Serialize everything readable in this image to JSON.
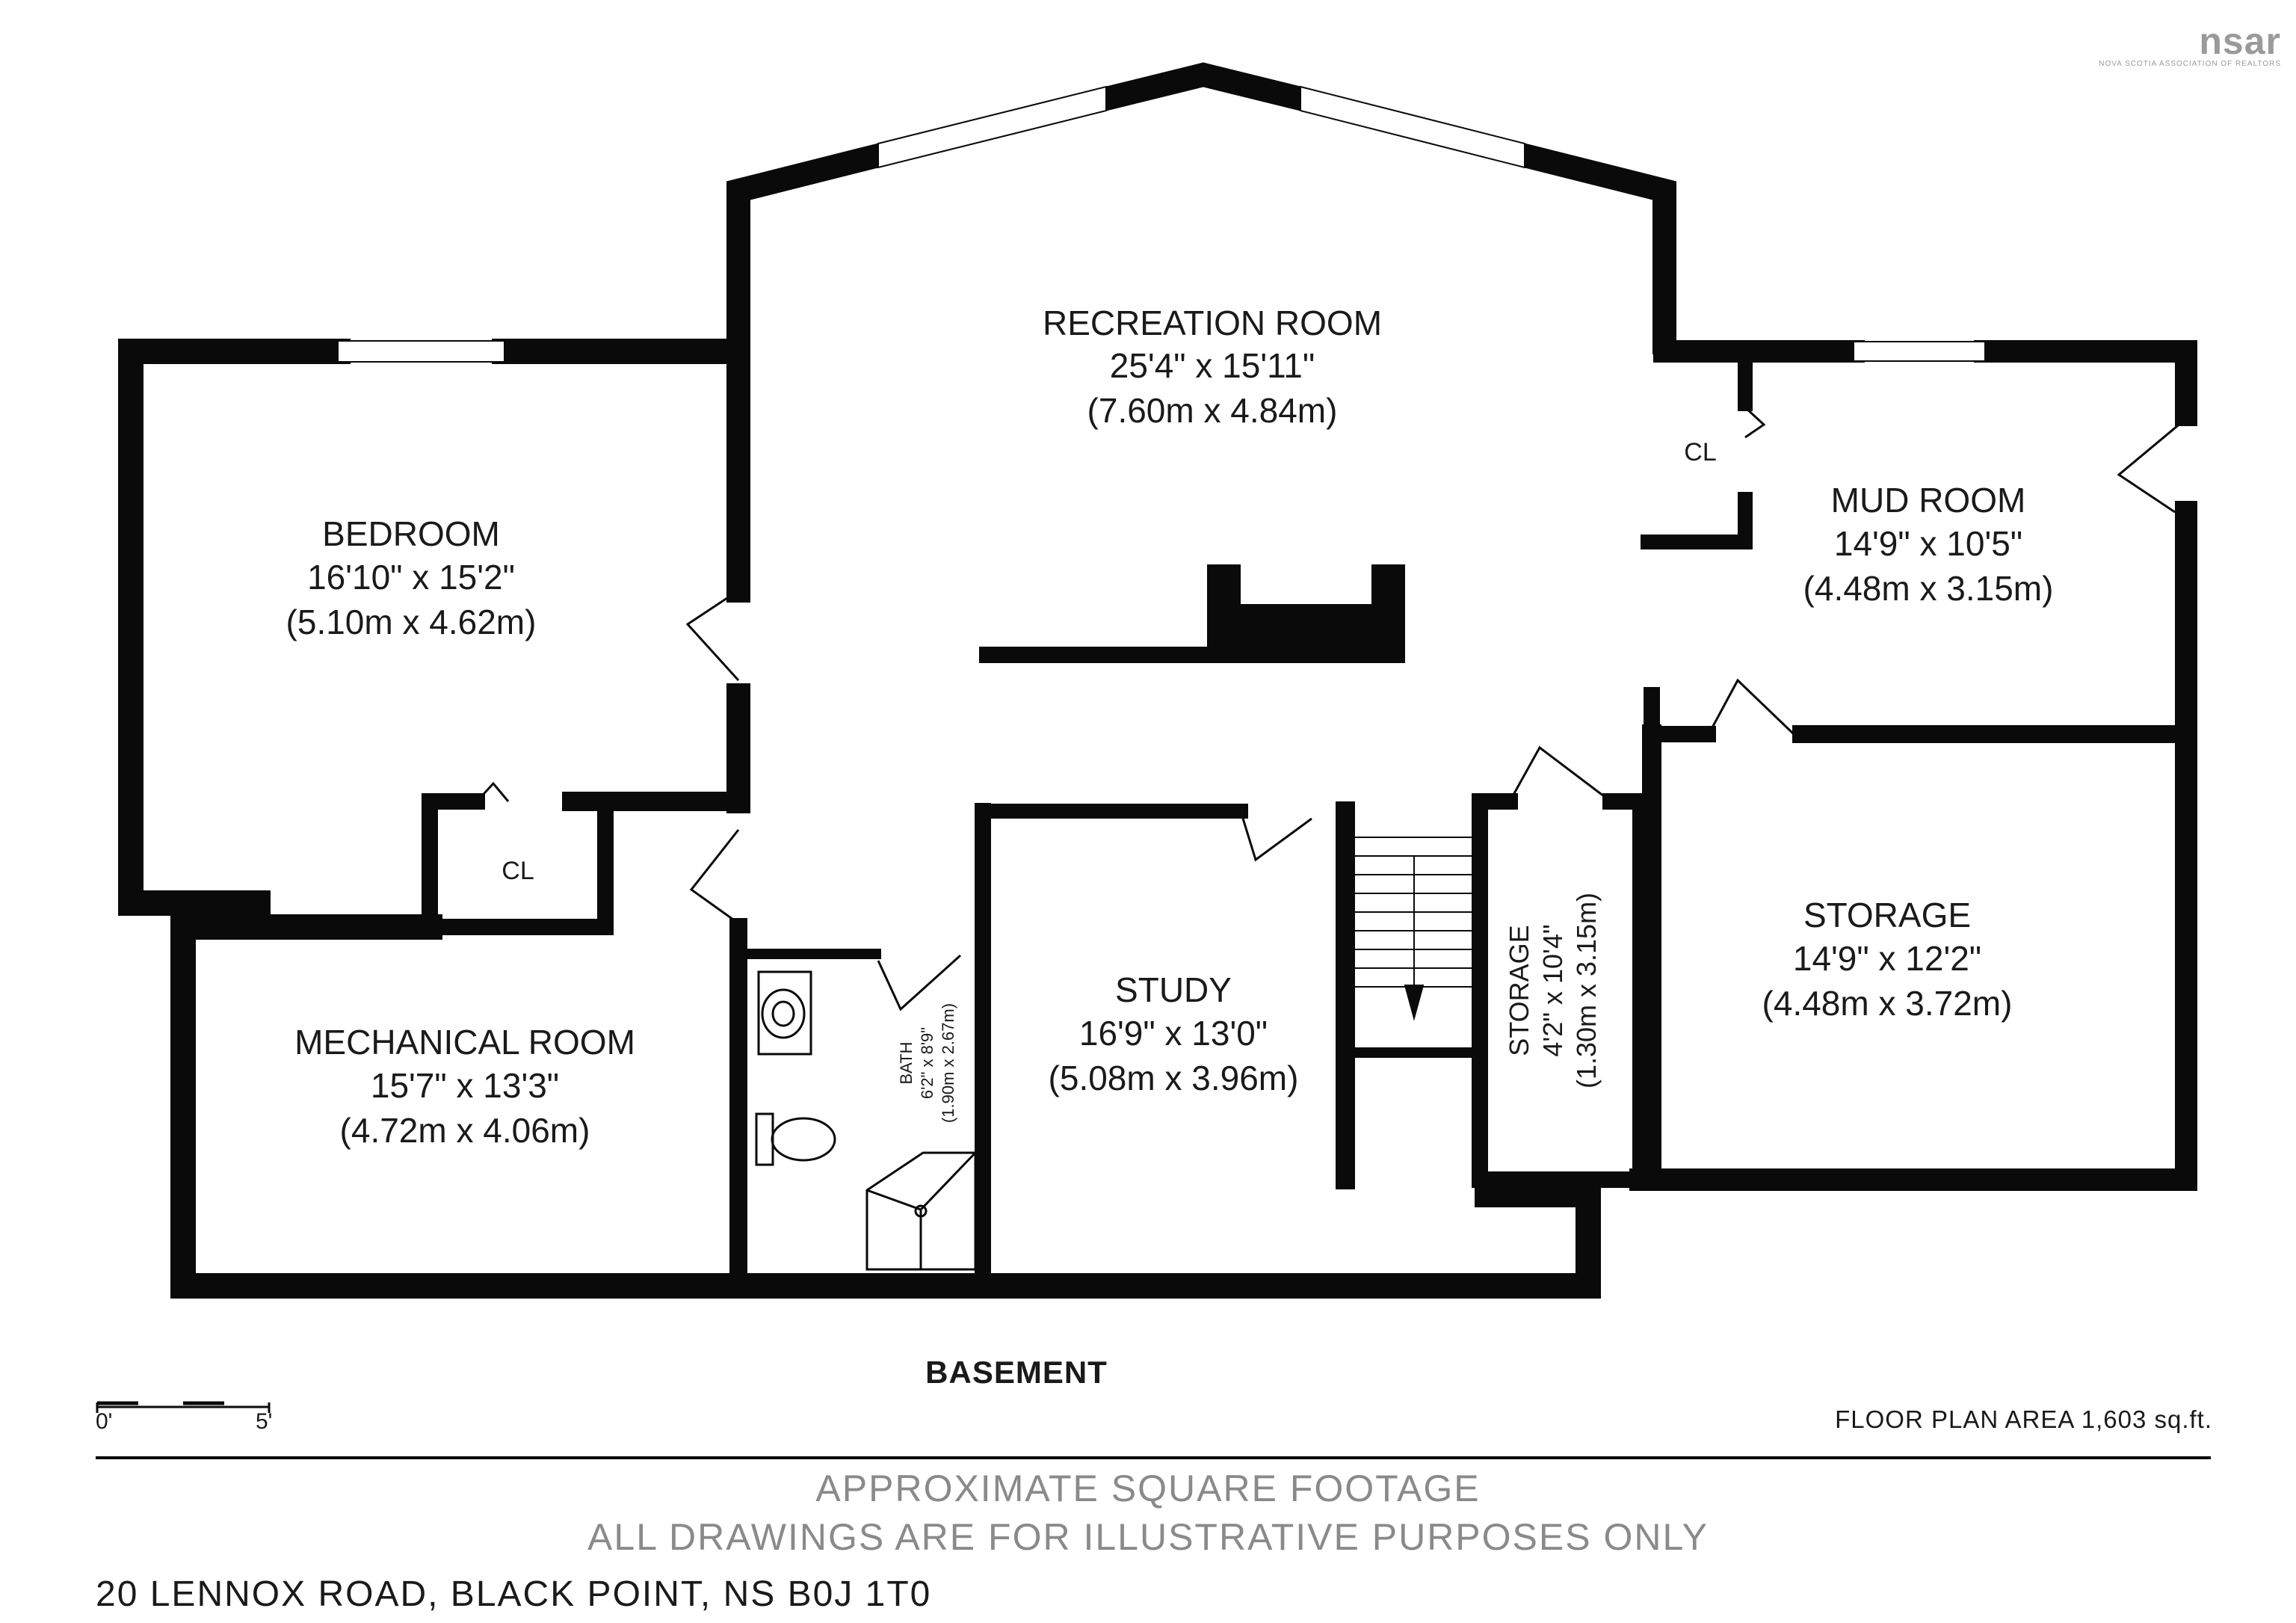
{
  "brand": {
    "logo": "nsar",
    "logo_subtitle": "NOVA SCOTIA ASSOCIATION OF REALTORS"
  },
  "floor_label": "BASEMENT",
  "floor_area": "FLOOR PLAN AREA 1,603 sq.ft.",
  "scale": {
    "start": "0'",
    "end": "5'"
  },
  "disclaimer": {
    "line1": "APPROXIMATE SQUARE FOOTAGE",
    "line2": "ALL DRAWINGS ARE FOR ILLUSTRATIVE PURPOSES ONLY"
  },
  "address": "20 LENNOX ROAD, BLACK POINT, NS B0J 1T0",
  "rooms": {
    "recreation": {
      "name": "RECREATION ROOM",
      "imperial": "25'4\" x 15'11\"",
      "metric": "(7.60m x 4.84m)"
    },
    "bedroom": {
      "name": "BEDROOM",
      "imperial": "16'10\" x 15'2\"",
      "metric": "(5.10m x 4.62m)"
    },
    "mud_room": {
      "name": "MUD ROOM",
      "imperial": "14'9\" x 10'5\"",
      "metric": "(4.48m x 3.15m)"
    },
    "storage_large": {
      "name": "STORAGE",
      "imperial": "14'9\" x 12'2\"",
      "metric": "(4.48m x 3.72m)"
    },
    "storage_small": {
      "name": "STORAGE",
      "imperial": "4'2\" x 10'4\"",
      "metric": "(1.30m x 3.15m)"
    },
    "study": {
      "name": "STUDY",
      "imperial": "16'9\" x 13'0\"",
      "metric": "(5.08m x 3.96m)"
    },
    "mechanical": {
      "name": "MECHANICAL ROOM",
      "imperial": "15'7\" x 13'3\"",
      "metric": "(4.72m x 4.06m)"
    },
    "bath": {
      "name": "BATH",
      "imperial": "6'2\" x 8'9\"",
      "metric": "(1.90m x 2.67m)"
    },
    "closet_bedroom": {
      "name": "CL"
    },
    "closet_mud": {
      "name": "CL"
    }
  },
  "colors": {
    "wall": "#0a0a0a",
    "window": "#ffffff",
    "text": "#1a1a1a",
    "disclaimer": "#8a8a8a",
    "logo": "#9a9a9a"
  }
}
